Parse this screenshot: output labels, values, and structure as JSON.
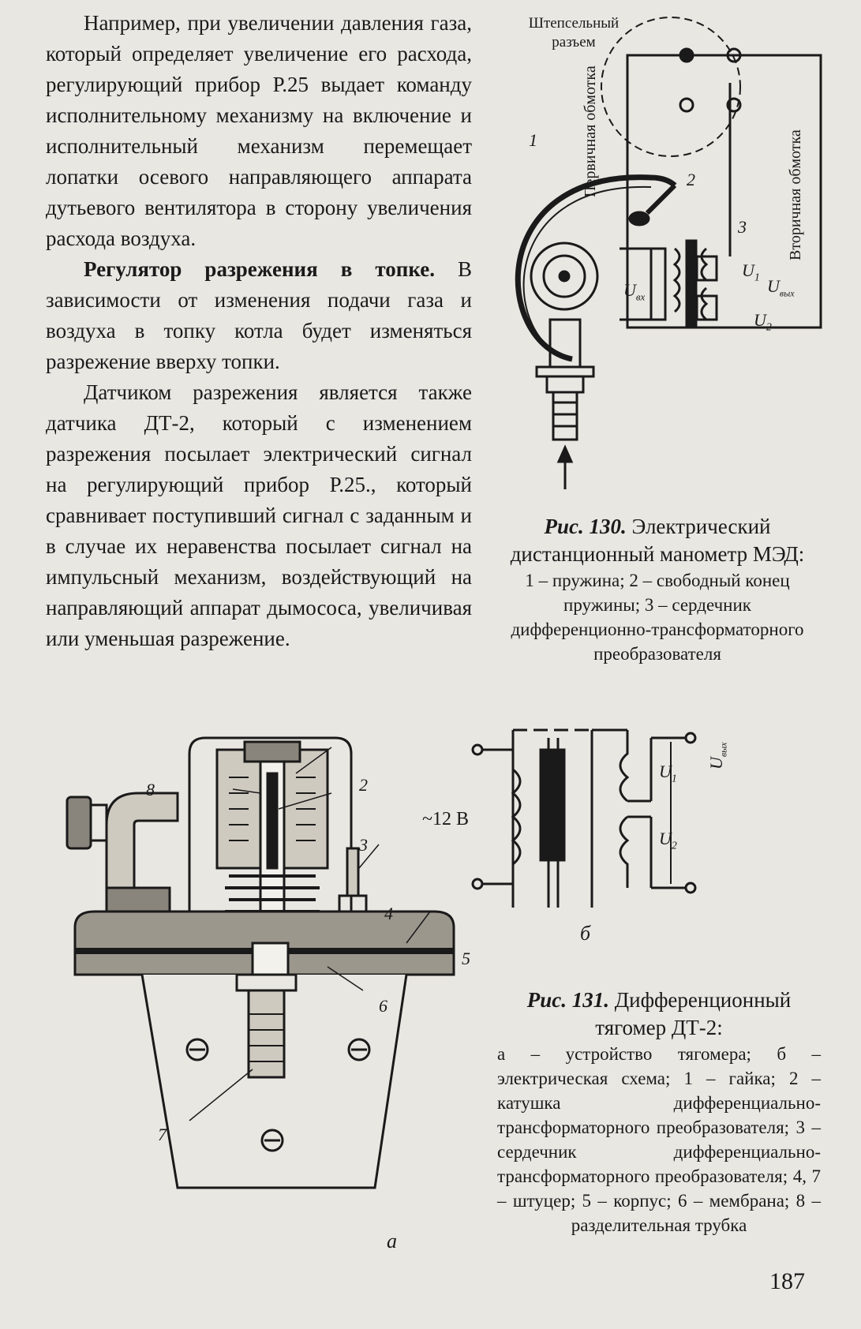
{
  "paragraphs": [
    "Например, при увеличении давления газа, который определяет увеличение его расхода, регулирующий прибор Р.25 выдает команду исполнительному механизму на включение и исполнительный механизм перемещает лопатки осевого направляющего аппарата дутьевого вентилятора в сторону увеличения расхода воздуха.",
    "В зависимости от изменения подачи газа и воздуха в топку котла будет изменяться разрежение вверху топки.",
    "Датчиком разрежения является также датчика ДТ-2, который с изменением разрежения посылает электрический сигнал на регулирующий прибор Р.25., который сравнивает поступивший сигнал с заданным и в случае их неравенства посылает сигнал на импульсный механизм, воздействующий на направляющий аппарат дымососа, увеличивая или уменьшая разрежение."
  ],
  "section_heading": "Регулятор разрежения в топке.",
  "fig130": {
    "labels": {
      "connector": "Штепсельный разъем",
      "primary": "Первичная обмотка",
      "secondary": "Вторичная обмотка",
      "n1": "1",
      "n2": "2",
      "n3": "3",
      "uin": "U",
      "uin_sub": "вх",
      "u1": "U",
      "u1_sub": "1",
      "uout": "U",
      "uout_sub": "вых",
      "u2": "U",
      "u2_sub": "2"
    },
    "caption_title": "Рис. 130.",
    "caption_lead": " Электрический дистанционный манометр МЭД:",
    "caption_body": "1 – пружина; 2 – свободный конец пружины; 3 – сердечник дифференционно-трансформаторного преобразователя"
  },
  "fig131": {
    "labels": {
      "voltage": "~12 В",
      "u1": "U",
      "u1_sub": "1",
      "u2": "U",
      "u2_sub": "2",
      "uout": "U",
      "uout_sub": "вых",
      "b": "б",
      "a": "а",
      "n2": "2",
      "n3": "3",
      "n4": "4",
      "n5": "5",
      "n6": "6",
      "n7": "7",
      "n8": "8"
    },
    "caption_title": "Рис. 131.",
    "caption_lead": " Дифференционный тягомер ДТ-2:",
    "caption_body": "а – устройство тягомера; б – электрическая схема; 1 – гайка; 2 – катушка дифференциально-трансформаторного преобразователя; 3 – сердечник дифференциально-трансформаторного преобразователя; 4, 7 – штуцер; 5 – корпус; 6 – мембрана; 8 – разделительная трубка"
  },
  "page_number": "187"
}
